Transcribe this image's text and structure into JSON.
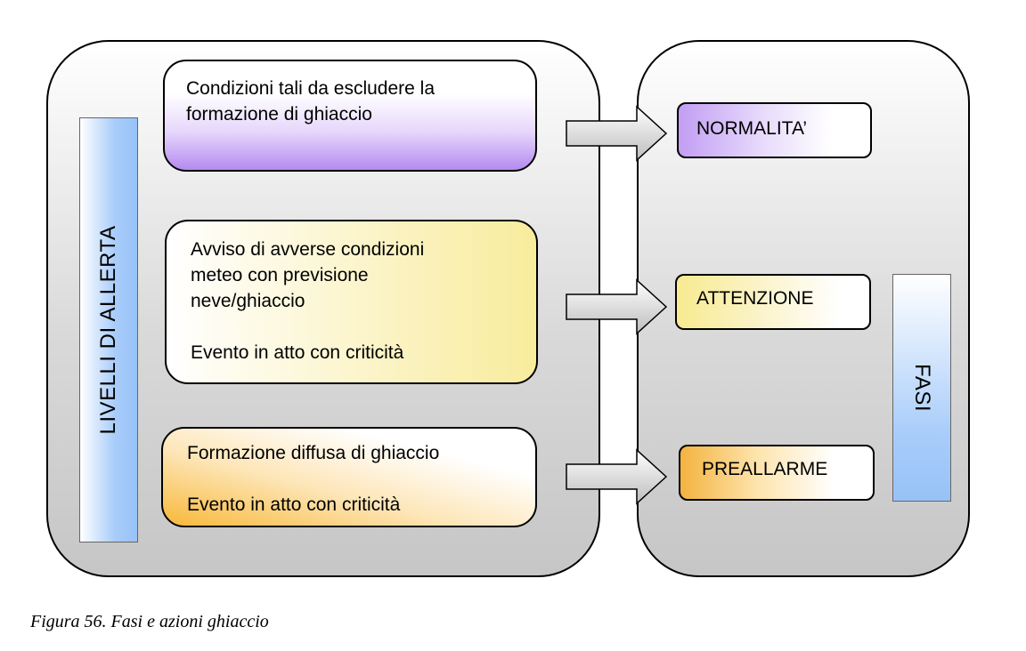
{
  "levels": {
    "label": "LIVELLI DI ALLERTA",
    "items": [
      {
        "lines": [
          "Condizioni tali da escludere la",
          "formazione di ghiaccio"
        ]
      },
      {
        "lines": [
          "Avviso di avverse condizioni",
          "meteo con previsione",
          "neve/ghiaccio",
          "",
          "Evento in atto con criticità"
        ]
      },
      {
        "lines": [
          "Formazione diffusa di ghiaccio",
          "",
          "Evento in atto con criticità"
        ]
      }
    ]
  },
  "phases": {
    "label": "FASI",
    "items": [
      "NORMALITA’",
      "ATTENZIONE",
      "PREALLARME"
    ]
  },
  "colors": {
    "purple": "#b48af0",
    "yellow": "#f8ec9c",
    "orange": "#f8b83a",
    "blue": "#97c2f7"
  },
  "caption": "Figura 56. Fasi e azioni ghiaccio"
}
